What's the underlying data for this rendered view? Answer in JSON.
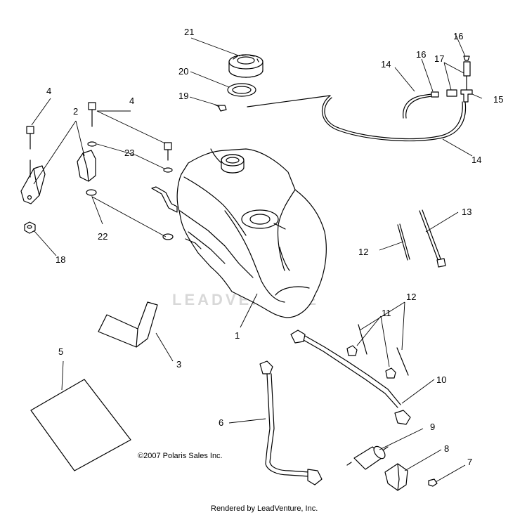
{
  "callouts": {
    "c1": "1",
    "c2": "2",
    "c3": "3",
    "c4a": "4",
    "c4b": "4",
    "c5": "5",
    "c6": "6",
    "c7": "7",
    "c8": "8",
    "c9": "9",
    "c10": "10",
    "c11": "11",
    "c12a": "12",
    "c12b": "12",
    "c13": "13",
    "c14a": "14",
    "c14b": "14",
    "c15": "15",
    "c16a": "16",
    "c16b": "16",
    "c17": "17",
    "c18": "18",
    "c19": "19",
    "c20": "20",
    "c21": "21",
    "c22": "22",
    "c23": "23"
  },
  "watermark": "LEADVENTURE",
  "copyright": "©2007 Polaris Sales Inc.",
  "footer": "Rendered by LeadVenture, Inc."
}
